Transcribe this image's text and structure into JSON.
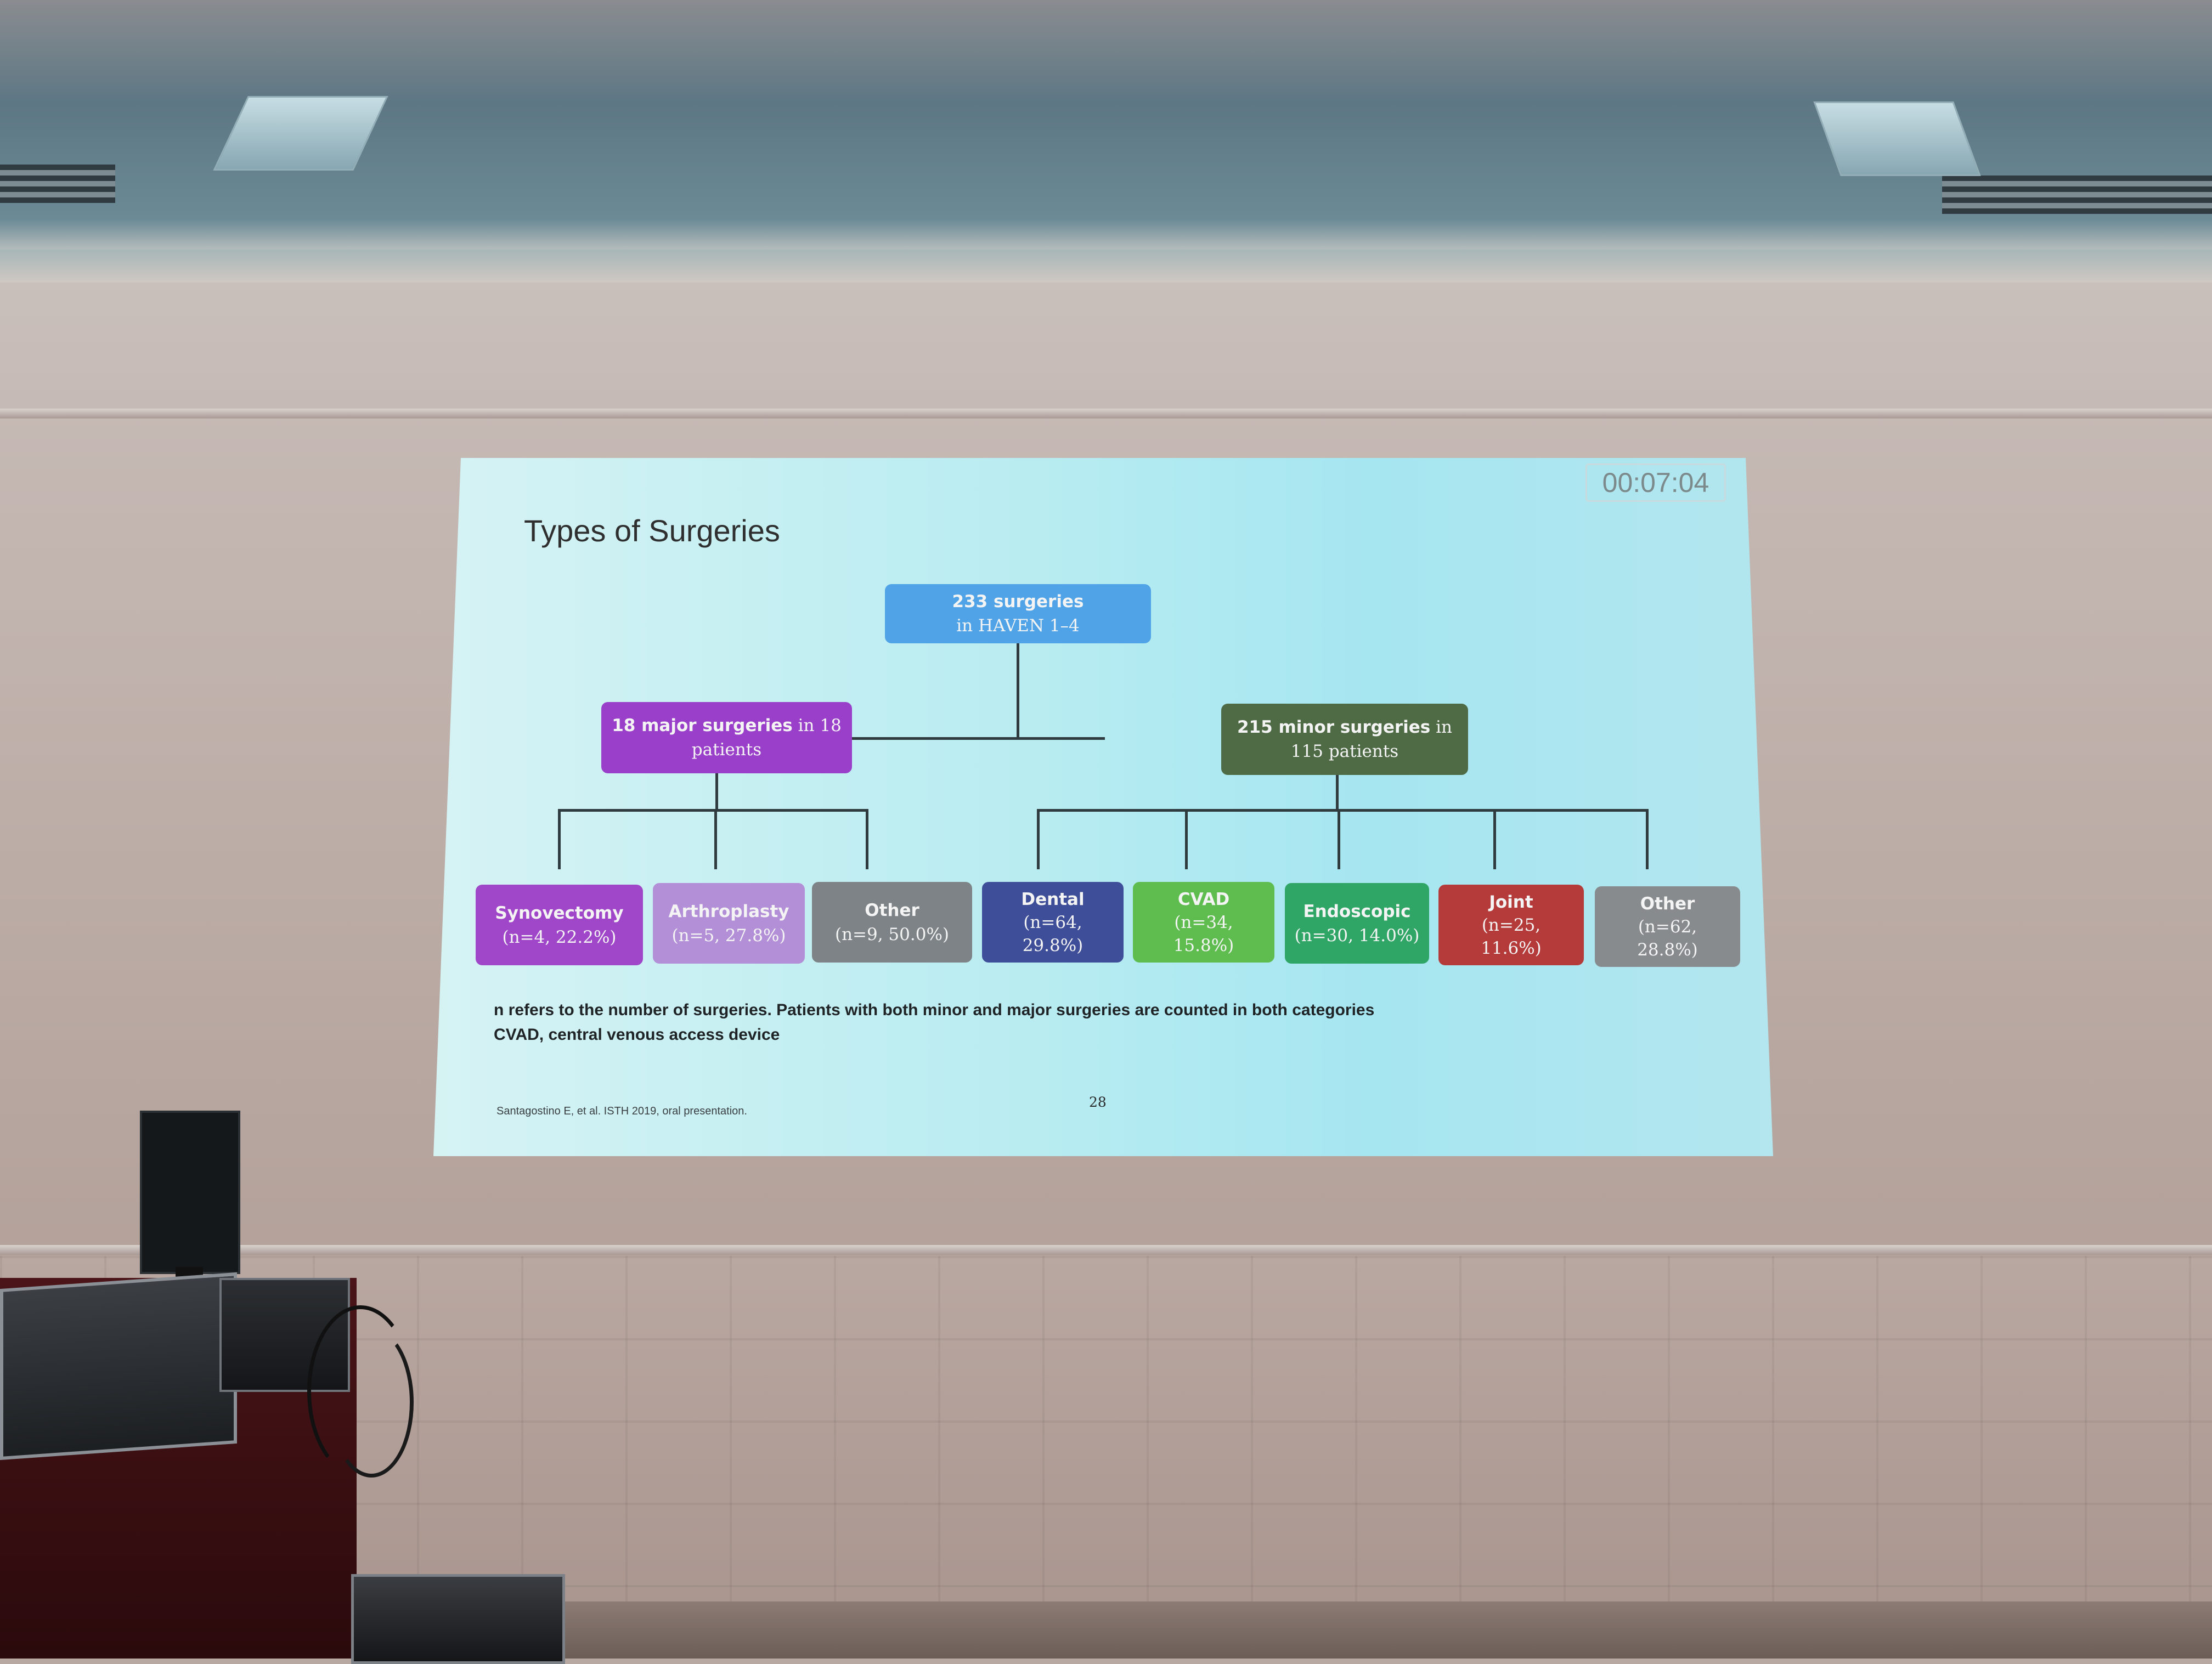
{
  "slide": {
    "title": "Types of Surgeries",
    "timer": "00:07:04",
    "root": {
      "bold": "233 surgeries",
      "text": "in HAVEN 1–4",
      "color": "#4fa3e6"
    },
    "major": {
      "bold": "18 major surgeries",
      "text": "in 18 patients",
      "color": "#9a3fc9"
    },
    "minor": {
      "bold": "215 minor surgeries",
      "text": "in 115 patients",
      "color": "#4f6b45"
    },
    "major_children": [
      {
        "name": "Synovectomy",
        "detail": "(n=4, 22.2%)",
        "color": "#a046c9"
      },
      {
        "name": "Arthroplasty",
        "detail": "(n=5, 27.8%)",
        "color": "#b28fd6"
      },
      {
        "name": "Other",
        "detail": "(n=9, 50.0%)",
        "color": "#7d8386"
      }
    ],
    "minor_children": [
      {
        "name": "Dental",
        "detail_line1": "(n=64,",
        "detail_line2": "29.8%)",
        "color": "#3f4e98"
      },
      {
        "name": "CVAD",
        "detail_line1": "(n=34,",
        "detail_line2": "15.8%)",
        "color": "#5fbd4f"
      },
      {
        "name": "Endoscopic",
        "detail_line1": "(n=30, 14.0%)",
        "detail_line2": "",
        "color": "#2fa566"
      },
      {
        "name": "Joint",
        "detail_line1": "(n=25,",
        "detail_line2": "11.6%)",
        "color": "#b53a3a"
      },
      {
        "name": "Other",
        "detail_line1": "(n=62,",
        "detail_line2": "28.8%)",
        "color": "#878b8e"
      }
    ],
    "note_line1": "n refers to the number of surgeries. Patients with both minor and major surgeries are counted in both categories",
    "note_line2": "CVAD, central venous access device",
    "citation": "Santagostino E, et al. ISTH 2019, oral presentation.",
    "page_number": "28"
  }
}
